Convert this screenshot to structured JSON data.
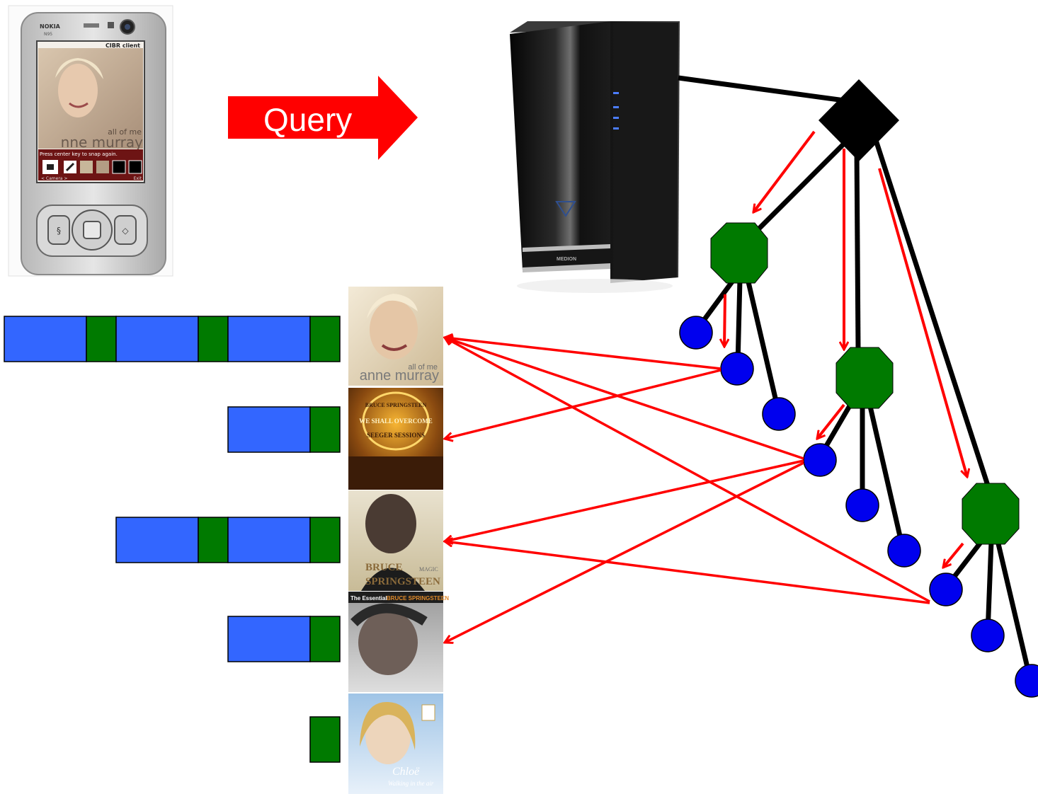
{
  "query_arrow": {
    "label": "Query",
    "color": "#ff0000"
  },
  "phone": {
    "brand": "NOKIA",
    "model": "N95",
    "app_title": "CIBR client",
    "screen_line1": "all of me",
    "screen_line2": "nne murray",
    "screen_hint": "Press center key to snap again.",
    "softkey_left": "< Camera >",
    "softkey_right": "Exit"
  },
  "server": {
    "brand": "MEDION"
  },
  "albums": [
    {
      "id": "anne-murray",
      "text1": "all of me",
      "text2": "anne murray"
    },
    {
      "id": "we-shall-overcome",
      "text1": "BRUCE SPRINGSTEEN",
      "text2": "WE SHALL OVERCOME",
      "text3": "SEEGER SESSIONS"
    },
    {
      "id": "magic",
      "text1": "BRUCE",
      "text2": "SPRINGSTEEN",
      "text3": "MAGIC"
    },
    {
      "id": "essential",
      "text1": "The Essential",
      "text2": "BRUCE SPRINGSTEEN"
    },
    {
      "id": "chloe",
      "text1": "Chloë",
      "text2": "Walking in the air"
    }
  ],
  "vote_bars": [
    {
      "album": "anne-murray",
      "segments": [
        "blue",
        "green",
        "blue",
        "green",
        "blue",
        "green"
      ]
    },
    {
      "album": "we-shall-overcome",
      "segments": [
        "blue",
        "green"
      ]
    },
    {
      "album": "magic",
      "segments": [
        "blue",
        "green",
        "blue",
        "green"
      ]
    },
    {
      "album": "essential",
      "segments": [
        "blue",
        "green"
      ]
    },
    {
      "album": "chloe",
      "segments": [
        "green"
      ]
    }
  ],
  "colors": {
    "vote_blue": "#3366ff",
    "vote_green": "#007a00",
    "tree_edge": "#000000",
    "tree_root": "#000000",
    "tree_inner": "#007a00",
    "tree_leaf": "#0000ee",
    "arrow": "#ff0000"
  },
  "tree": {
    "root": "decision-root",
    "inner_nodes": [
      "node-a",
      "node-b",
      "node-c"
    ],
    "leaves": [
      "a1",
      "a2",
      "a3",
      "b1",
      "b2",
      "b3",
      "c1",
      "c2",
      "c3"
    ]
  },
  "leaf_links": [
    {
      "leaf": "a2",
      "albums": [
        "anne-murray",
        "we-shall-overcome"
      ]
    },
    {
      "leaf": "b1",
      "albums": [
        "anne-murray",
        "magic",
        "essential"
      ]
    },
    {
      "leaf": "c1",
      "albums": [
        "anne-murray",
        "magic"
      ]
    }
  ]
}
